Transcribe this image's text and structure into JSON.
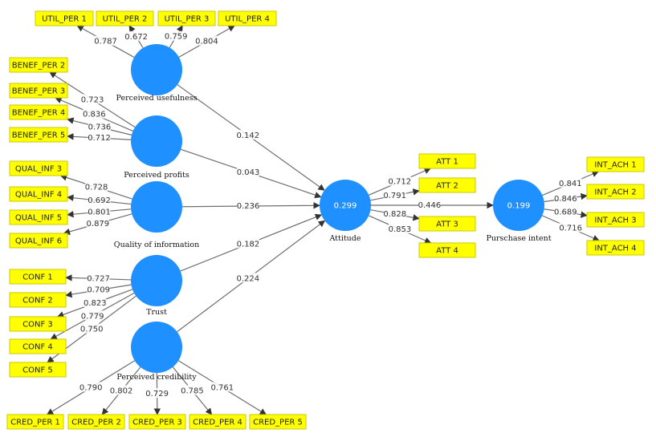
{
  "latent": [
    {
      "id": "PU",
      "label": "Perceived usefulness",
      "value": ""
    },
    {
      "id": "PP",
      "label": "Perceived profits",
      "value": ""
    },
    {
      "id": "QI",
      "label": "Quality of information",
      "value": ""
    },
    {
      "id": "TR",
      "label": "Trust",
      "value": ""
    },
    {
      "id": "PC",
      "label": "Perceived credibility",
      "value": ""
    },
    {
      "id": "ATT",
      "label": "Attitude",
      "value": "0.299"
    },
    {
      "id": "PI",
      "label": "Purschase intent",
      "value": "0.199"
    }
  ],
  "indicators": [
    {
      "id": "UTIL_PER 1"
    },
    {
      "id": "UTIL_PER 2"
    },
    {
      "id": "UTIL_PER 3"
    },
    {
      "id": "UTIL_PER 4"
    },
    {
      "id": "BENEF_PER 2"
    },
    {
      "id": "BENEF_PER 3"
    },
    {
      "id": "BENEF_PER 4"
    },
    {
      "id": "BENEF_PER 5"
    },
    {
      "id": "QUAL_INF 3"
    },
    {
      "id": "QUAL_INF 4"
    },
    {
      "id": "QUAL_INF 5"
    },
    {
      "id": "QUAL_INF 6"
    },
    {
      "id": "CONF 1"
    },
    {
      "id": "CONF 2"
    },
    {
      "id": "CONF 3"
    },
    {
      "id": "CONF 4"
    },
    {
      "id": "CONF 5"
    },
    {
      "id": "CRED_PER 1"
    },
    {
      "id": "CRED_PER 2"
    },
    {
      "id": "CRED_PER 3"
    },
    {
      "id": "CRED_PER 4"
    },
    {
      "id": "CRED_PER 5"
    },
    {
      "id": "ATT 1"
    },
    {
      "id": "ATT 2"
    },
    {
      "id": "ATT 3"
    },
    {
      "id": "ATT 4"
    },
    {
      "id": "INT_ACH 1"
    },
    {
      "id": "INT_ACH 2"
    },
    {
      "id": "INT_ACH 3"
    },
    {
      "id": "INT_ACH 4"
    }
  ],
  "loadings": [
    {
      "from": "PU",
      "to": "UTIL_PER 1",
      "weight": "0.787"
    },
    {
      "from": "PU",
      "to": "UTIL_PER 2",
      "weight": "0.672"
    },
    {
      "from": "PU",
      "to": "UTIL_PER 3",
      "weight": "0.759"
    },
    {
      "from": "PU",
      "to": "UTIL_PER 4",
      "weight": "0.804"
    },
    {
      "from": "PP",
      "to": "BENEF_PER 2",
      "weight": "0.723"
    },
    {
      "from": "PP",
      "to": "BENEF_PER 3",
      "weight": "0.836"
    },
    {
      "from": "PP",
      "to": "BENEF_PER 4",
      "weight": "0.736"
    },
    {
      "from": "PP",
      "to": "BENEF_PER 5",
      "weight": "0.712"
    },
    {
      "from": "QI",
      "to": "QUAL_INF 3",
      "weight": "0.728"
    },
    {
      "from": "QI",
      "to": "QUAL_INF 4",
      "weight": "0.692"
    },
    {
      "from": "QI",
      "to": "QUAL_INF 5",
      "weight": "0.801"
    },
    {
      "from": "QI",
      "to": "QUAL_INF 6",
      "weight": "0.879"
    },
    {
      "from": "TR",
      "to": "CONF 1",
      "weight": "0.727"
    },
    {
      "from": "TR",
      "to": "CONF 2",
      "weight": "0.709"
    },
    {
      "from": "TR",
      "to": "CONF 3",
      "weight": "0.823"
    },
    {
      "from": "TR",
      "to": "CONF 4",
      "weight": "0.779"
    },
    {
      "from": "TR",
      "to": "CONF 5",
      "weight": "0.750"
    },
    {
      "from": "PC",
      "to": "CRED_PER 1",
      "weight": "0.790"
    },
    {
      "from": "PC",
      "to": "CRED_PER 2",
      "weight": "0.802"
    },
    {
      "from": "PC",
      "to": "CRED_PER 3",
      "weight": "0.729"
    },
    {
      "from": "PC",
      "to": "CRED_PER 4",
      "weight": "0.785"
    },
    {
      "from": "PC",
      "to": "CRED_PER 5",
      "weight": "0.761"
    },
    {
      "from": "ATT",
      "to": "ATT 1",
      "weight": "0.712"
    },
    {
      "from": "ATT",
      "to": "ATT 2",
      "weight": "0.791"
    },
    {
      "from": "ATT",
      "to": "ATT 3",
      "weight": "0.828"
    },
    {
      "from": "ATT",
      "to": "ATT 4",
      "weight": "0.853"
    },
    {
      "from": "PI",
      "to": "INT_ACH 1",
      "weight": "0.841"
    },
    {
      "from": "PI",
      "to": "INT_ACH 2",
      "weight": "0.846"
    },
    {
      "from": "PI",
      "to": "INT_ACH 3",
      "weight": "0.689"
    },
    {
      "from": "PI",
      "to": "INT_ACH 4",
      "weight": "0.716"
    }
  ],
  "paths": [
    {
      "from": "PU",
      "to": "ATT",
      "weight": "0.142"
    },
    {
      "from": "PP",
      "to": "ATT",
      "weight": "0.043"
    },
    {
      "from": "QI",
      "to": "ATT",
      "weight": "0.236"
    },
    {
      "from": "TR",
      "to": "ATT",
      "weight": "0.182"
    },
    {
      "from": "PC",
      "to": "ATT",
      "weight": "0.224"
    },
    {
      "from": "ATT",
      "to": "PI",
      "weight": "0.446"
    }
  ],
  "colors": {
    "latent": "#1e90ff",
    "indicator": "#ffff00",
    "edge": "#6e6e6e"
  }
}
